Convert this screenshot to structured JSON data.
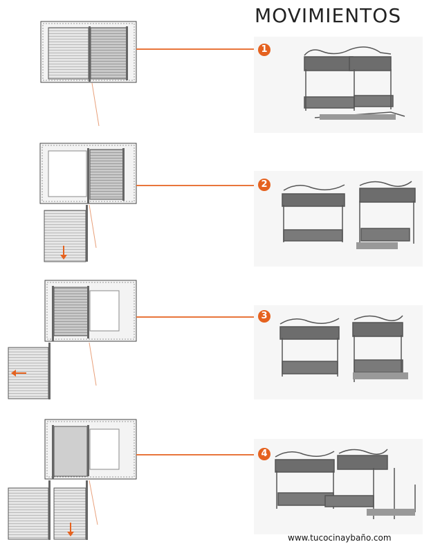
{
  "title": "MOVIMIENTOS",
  "footer": "www.tucocinaybaño.com",
  "steps": [
    {
      "badge": "1"
    },
    {
      "badge": "2"
    },
    {
      "badge": "3"
    },
    {
      "badge": "4"
    }
  ],
  "colors": {
    "accent": "#e5621f",
    "line": "#e8753a",
    "panel": "#f1f1f1",
    "frame": "#555555"
  }
}
